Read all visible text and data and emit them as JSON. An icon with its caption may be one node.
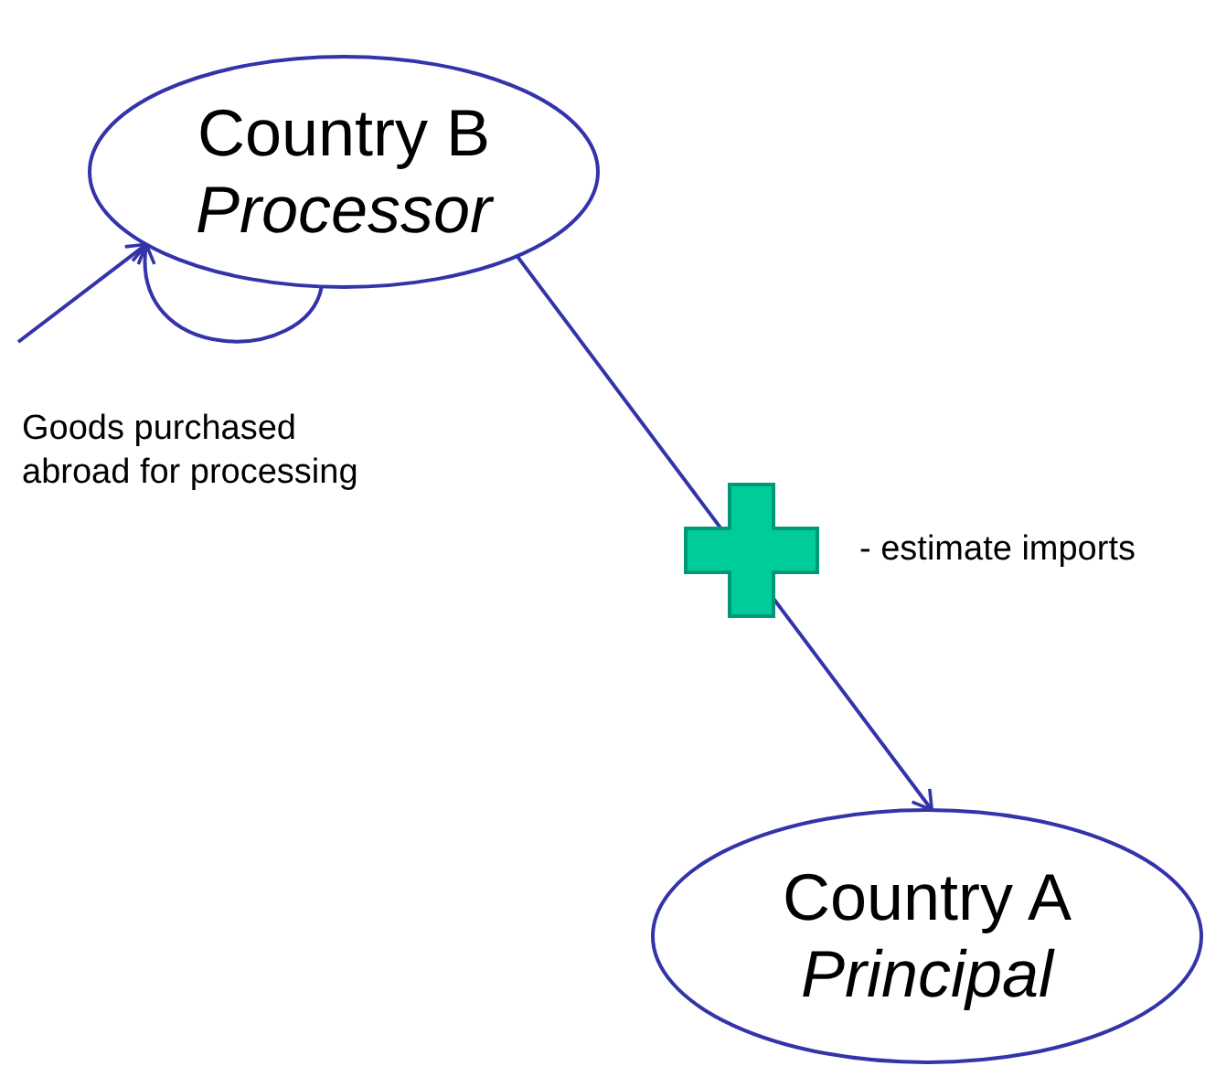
{
  "diagram": {
    "nodes": [
      {
        "text": [
          "Country B",
          "Processor"
        ]
      },
      {
        "text": [
          "Country A",
          "Principal"
        ]
      }
    ],
    "edges": [
      {
        "from": null,
        "to": 0,
        "arrow": "to"
      },
      {
        "from": 0,
        "to": 0,
        "arrow": "to"
      },
      {
        "from": 0,
        "to": 1,
        "arrow": "to"
      }
    ],
    "labels": [
      "Goods purchased abroad for processing",
      "- estimate imports"
    ]
  }
}
